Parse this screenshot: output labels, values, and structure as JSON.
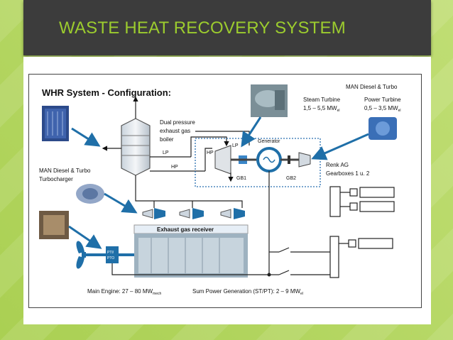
{
  "slide": {
    "title": "WASTE HEAT RECOVERY SYSTEM",
    "colors": {
      "title_bar": "#3c3c3c",
      "title_text": "#9ccc2e",
      "background": "#b5d85c",
      "accent_blue": "#1f6fa8",
      "dotted_line": "#2a6fb0"
    }
  },
  "diagram": {
    "heading": "WHR System - Configuration:",
    "man_diesel_turbo_top": "MAN Diesel & Turbo",
    "steam_turbine_label": "Steam Turbine",
    "steam_turbine_power": "1,5 – 5,5 MW",
    "steam_turbine_sub": "el",
    "power_turbine_label": "Power Turbine",
    "power_turbine_power": "0,5 – 3,5 MW",
    "power_turbine_sub": "el",
    "boiler_label_1": "Dual pressure",
    "boiler_label_2": "exhaust gas",
    "boiler_label_3": "boiler",
    "lp": "LP",
    "hp": "HP",
    "generator": "Generator",
    "gb1": "GB1",
    "gb2": "GB2",
    "renk_1": "Renk AG",
    "renk_2": "Gearboxes 1 u. 2",
    "turbocharger_1": "MAN Diesel & Turbo",
    "turbocharger_2": "Turbocharger",
    "exhaust_receiver": "Exhaust gas receiver",
    "ptopti_1": "PTI/",
    "ptopti_2": "PTO",
    "main_engine": "Main Engine: 27 – 80 MW",
    "main_engine_sub": "mech",
    "sum_power": "Sum Power Generation (ST/PT): 2 – 9 MW",
    "sum_power_sub": "el"
  }
}
